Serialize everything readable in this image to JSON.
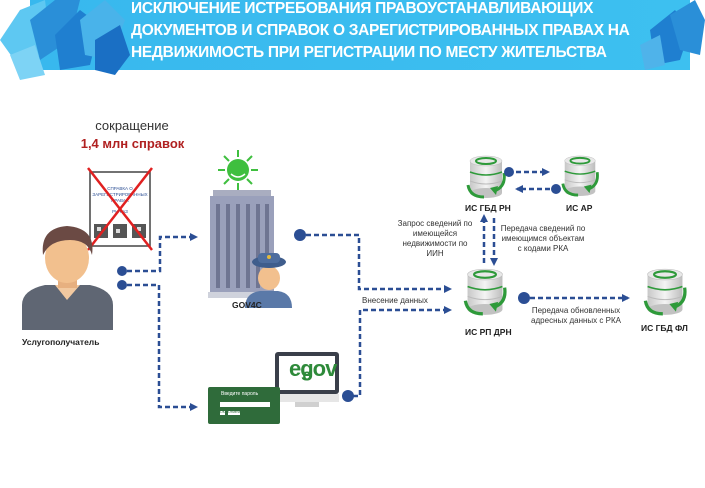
{
  "header": {
    "title_lines": [
      "ИСКЛЮЧЕНИЕ ИСТРЕБОВАНИЯ ПРАВОУСТАНАВЛИВАЮЩИХ",
      "ДОКУМЕНТОВ И СПРАВОК О ЗАРЕГИСТРИРОВАННЫХ ПРАВАХ НА",
      "НЕДВИЖИМОСТЬ ПРИ РЕГИСТРАЦИИ  ПО МЕСТУ ЖИТЕЛЬСТВА"
    ],
    "banner_color": "#2fb7ec"
  },
  "reduction": {
    "label": "сокращение",
    "value": "1,4 млн справок",
    "value_color": "#b02020"
  },
  "document": {
    "title": "СПРАВКА О ЗАРЕГИСТРИРОВАННЫХ ПРАВАХ",
    "subtitle": "РН КАЗ",
    "crossed_color": "#e02020"
  },
  "actors": {
    "service_recipient": "Услугополучатель",
    "gov4c": "GOV4C",
    "egov_logo": "egov",
    "egov_login": {
      "prompt": "Введите пароль",
      "ok_button": "ОК",
      "cancel_button": "Отмена"
    }
  },
  "systems": {
    "gbd_rn": "ИС ГБД  РН",
    "ar": "ИС АР",
    "rp_drn": "ИС РП ДРН",
    "gbd_fl": "ИС ГБД  ФЛ"
  },
  "flows": {
    "request_by_iin": [
      "Запрос сведений по",
      "имеющейся",
      "недвижимости  по",
      "ИИН"
    ],
    "transfer_rka": [
      "Передача сведений по",
      "имеющимся объектам",
      "с кодами РКА"
    ],
    "data_entry": "Внесение данных",
    "transfer_updated": [
      "Передача обновленных",
      "адресных данных с РКА"
    ]
  },
  "colors": {
    "connector": "#2b4e94",
    "db_green": "#2e9a3a",
    "egov_green": "#2f6b3a"
  }
}
